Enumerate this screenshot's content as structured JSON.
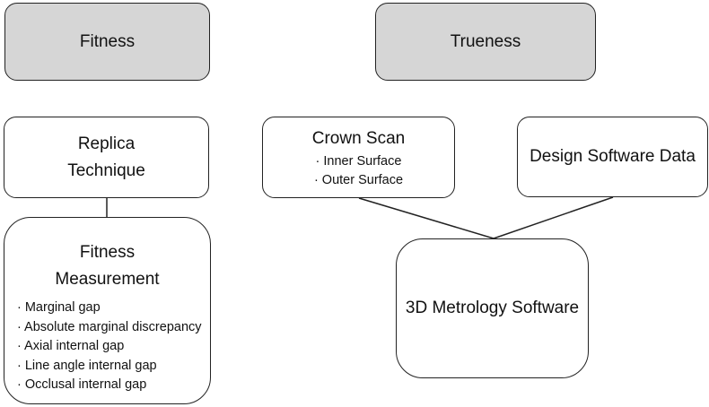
{
  "headers": {
    "fitness": "Fitness",
    "trueness": "Trueness"
  },
  "replica": {
    "line1": "Replica",
    "line2": "Technique"
  },
  "fitness_measurement": {
    "line1": "Fitness",
    "line2": "Measurement",
    "items": [
      "· Marginal gap",
      "· Absolute marginal discrepancy",
      "· Axial internal gap",
      "· Line angle internal gap",
      "· Occlusal internal gap"
    ]
  },
  "crown_scan": {
    "title": "Crown Scan",
    "items": [
      "· Inner Surface",
      "· Outer Surface"
    ]
  },
  "design_software": {
    "title": "Design Software Data"
  },
  "metrology": {
    "title": "3D Metrology Software"
  }
}
